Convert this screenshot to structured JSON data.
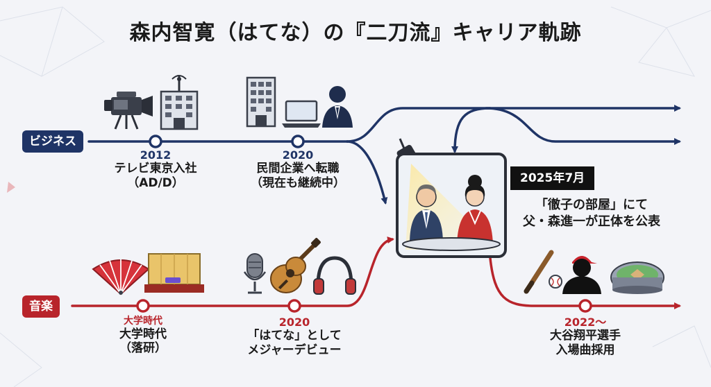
{
  "title": "森内智寛（はてな）の『二刀流』キャリア軌跡",
  "tracks": {
    "business": {
      "label": "ビジネス",
      "color": "#1f3466"
    },
    "music": {
      "label": "音楽",
      "color": "#b8242b"
    }
  },
  "events": {
    "business_2012": {
      "year": "2012",
      "line1": "テレビ東京入社",
      "line2": "（AD/D）",
      "icons": [
        "video-camera-icon",
        "office-building-icon"
      ]
    },
    "business_2020": {
      "year": "2020",
      "line1": "民間企業へ転職",
      "line2": "（現在も継続中）",
      "icons": [
        "office-building-icon",
        "laptop-icon",
        "businessman-icon"
      ]
    },
    "music_university": {
      "year": "大学時代",
      "line1": "大学時代",
      "line2": "（落研）",
      "icons": [
        "folding-fan-icon",
        "rakugo-stage-icon"
      ]
    },
    "music_2020": {
      "year": "2020",
      "line1": "「はてな」として",
      "line2": "メジャーデビュー",
      "icons": [
        "microphone-icon",
        "guitar-icon",
        "headphones-icon"
      ]
    },
    "music_2022": {
      "year": "2022～",
      "line1": "大谷翔平選手",
      "line2": "入場曲採用",
      "icons": [
        "baseball-bat-icon",
        "baseball-player-icon",
        "stadium-icon"
      ]
    }
  },
  "reveal": {
    "date": "2025年7月",
    "line1": "「徹子の部屋」にて",
    "line2": "父・森進一が正体を公表",
    "icons": [
      "spotlight-icon",
      "tv-studio-icon"
    ]
  },
  "colors": {
    "navy": "#1f3466",
    "red": "#b8242b",
    "background": "#f3f4f8"
  }
}
